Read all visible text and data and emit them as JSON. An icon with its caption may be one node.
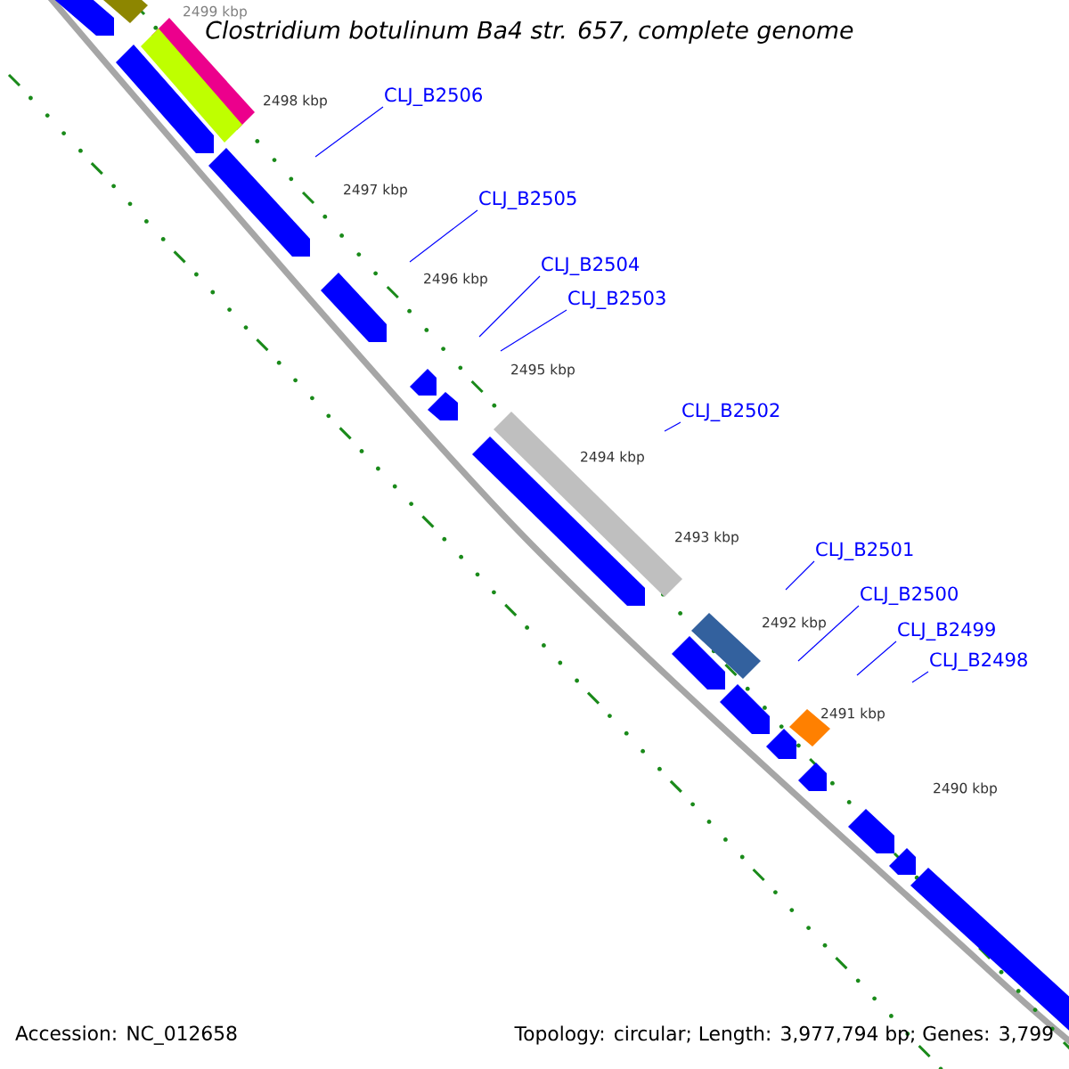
{
  "diagram": {
    "title": "Clostridium botulinum Ba4 str. 657, complete genome",
    "nodes": [
      {
        "text": [
          "CLJ_B2506"
        ]
      },
      {
        "text": [
          "CLJ_B2505"
        ]
      },
      {
        "text": [
          "CLJ_B2504"
        ]
      },
      {
        "text": [
          "CLJ_B2503"
        ]
      },
      {
        "text": [
          "CLJ_B2502"
        ]
      },
      {
        "text": [
          "CLJ_B2501"
        ]
      },
      {
        "text": [
          "CLJ_B2500"
        ]
      },
      {
        "text": [
          "CLJ_B2499"
        ]
      },
      {
        "text": [
          "CLJ_B2498"
        ]
      }
    ],
    "edges": [
      {
        "from": 0,
        "to": null,
        "arrow": "none"
      },
      {
        "from": 1,
        "to": null,
        "arrow": "none"
      },
      {
        "from": 2,
        "to": null,
        "arrow": "none"
      },
      {
        "from": 3,
        "to": null,
        "arrow": "none"
      },
      {
        "from": 4,
        "to": null,
        "arrow": "none"
      },
      {
        "from": 5,
        "to": null,
        "arrow": "none"
      },
      {
        "from": 6,
        "to": null,
        "arrow": "none"
      },
      {
        "from": 7,
        "to": null,
        "arrow": "none"
      },
      {
        "from": 8,
        "to": null,
        "arrow": "none"
      }
    ],
    "labels": [
      "2499 kbp",
      "2498 kbp",
      "2497 kbp",
      "2496 kbp",
      "2495 kbp",
      "2494 kbp",
      "2493 kbp",
      "2492 kbp",
      "2491 kbp",
      "2490 kbp",
      "Accession: NC_012658",
      "Topology: circular; Length: 3,977,794 bp; Genes: 3,799"
    ]
  }
}
